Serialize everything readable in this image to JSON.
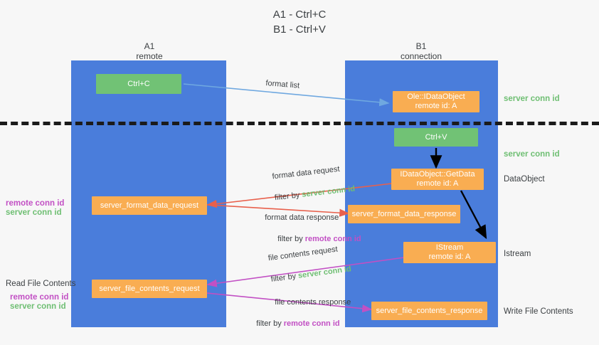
{
  "title": "A1 - Ctrl+C\nB1 - Ctrl+V",
  "colors": {
    "lane": "#4a7ddb",
    "orange": "#f9ad52",
    "green_box": "#71c275",
    "server_conn_id": "#6fbf73",
    "remote_conn_id": "#c250c4",
    "arrow_blue": "#6fa8e0",
    "arrow_red": "#e8604c",
    "arrow_magenta": "#c250c4",
    "arrow_black": "#000000",
    "background": "#f7f7f7"
  },
  "lanes": [
    {
      "name": "A1",
      "sub": "remote"
    },
    {
      "name": "B1",
      "sub": "connection"
    }
  ],
  "nodes": {
    "ctrl_c": "Ctrl+C",
    "ctrl_v": "Ctrl+V",
    "data_object": "Ole::IDataObject\nremote id: A",
    "get_data": "IDataObject::GetData\nremote id: A",
    "istream": "IStream\nremote id: A",
    "server_format_data_request": "server_format_data_request",
    "server_format_data_response": "server_format_data_response",
    "server_file_contents_request": "server_file_contents_request",
    "server_file_contents_response": "server_file_contents_response"
  },
  "edge_labels": {
    "format_list": "format list",
    "format_data_request": "format data request",
    "format_data_request_filter_prefix": "filter by ",
    "format_data_request_filter_value": "server conn id",
    "format_data_response": "format data response",
    "format_data_response_filter_prefix": "filter by ",
    "format_data_response_filter_value": "remote conn id",
    "file_contents_request": "file contents request",
    "file_contents_request_filter_prefix": "filter by ",
    "file_contents_request_filter_value": "server conn id",
    "file_contents_response": "file contents response",
    "file_contents_response_filter_prefix": "filter by ",
    "file_contents_response_filter_value": "remote conn id"
  },
  "right_labels": {
    "server_conn_id_top": "server conn id",
    "server_conn_id_mid": "server conn id",
    "data_object": "DataObject",
    "istream": "Istream",
    "write_file_contents": "Write File Contents"
  },
  "left_labels": {
    "remote_conn_id_1": "remote conn id",
    "server_conn_id_1": "server conn id",
    "read_file_contents": "Read File Contents",
    "remote_conn_id_2": "remote conn id",
    "server_conn_id_2": "server conn id"
  }
}
